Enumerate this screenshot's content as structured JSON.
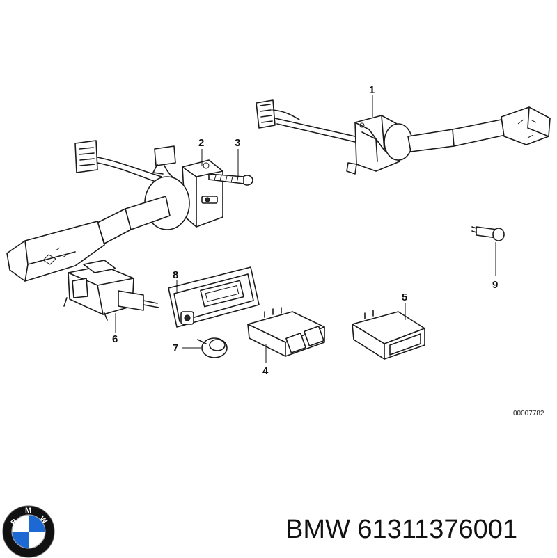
{
  "callouts": {
    "c1": "1",
    "c2": "2",
    "c3": "3",
    "c4": "4",
    "c5": "5",
    "c6": "6",
    "c7": "7",
    "c8": "8",
    "c9": "9"
  },
  "diagram_code": "00007782",
  "footer": {
    "part_number": "BMW 61311376001",
    "logo_letters": [
      "B",
      "M",
      "W"
    ]
  },
  "colors": {
    "line": "#1a1a1a",
    "logo_blue": "#1c69d4",
    "logo_ring": "#111111"
  }
}
